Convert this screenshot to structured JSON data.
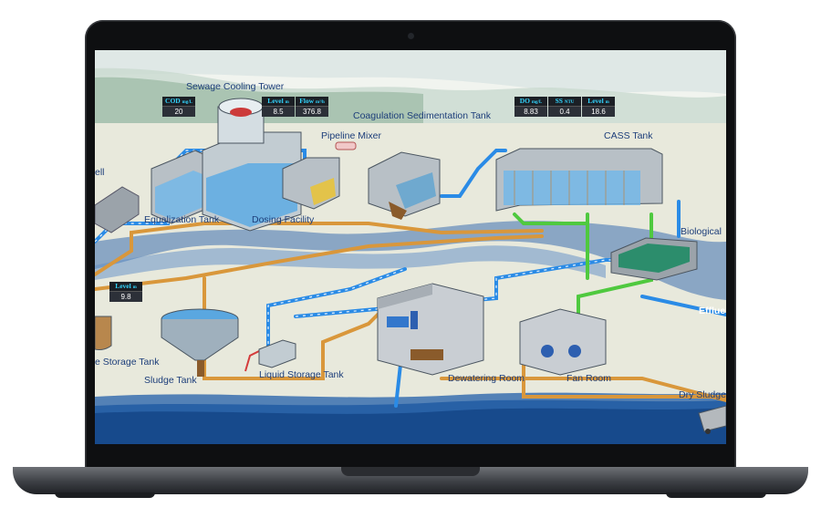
{
  "labels": {
    "cooling_tower": "Sewage Cooling Tower",
    "coagulation": "Coagulation Sedimentation Tank",
    "pipeline_mixer": "Pipeline Mixer",
    "cass": "CASS Tank",
    "well": "ell",
    "equalization": "Equalization Tank",
    "dosing": "Dosing Facility",
    "biological": "Biological",
    "effluent": "Efflue",
    "storage": "e Storage Tank",
    "sludge": "Sludge Tank",
    "liquid_storage": "Liquid Storage Tank",
    "dewatering": "Dewatering Room",
    "fan_room": "Fan Room",
    "dry_sludge": "Dry Sludge"
  },
  "meters": {
    "tower": [
      {
        "label": "COD",
        "unit": "mg/L",
        "value": "20"
      },
      {
        "label": "Level",
        "unit": "m",
        "value": "8.5"
      },
      {
        "label": "Flow",
        "unit": "m³/h",
        "value": "376.8"
      }
    ],
    "cass": [
      {
        "label": "DO",
        "unit": "mg/L",
        "value": "8.83"
      },
      {
        "label": "SS",
        "unit": "NTU",
        "value": "0.4"
      },
      {
        "label": "Level",
        "unit": "m",
        "value": "18.6"
      }
    ],
    "storage": [
      {
        "label": "Level",
        "unit": "m",
        "value": "9.8"
      }
    ]
  },
  "colors": {
    "water": "#2a8be6",
    "sludge_pipe": "#d9973b",
    "air_pipe": "#4fc93f",
    "label": "#1d3e7a"
  }
}
